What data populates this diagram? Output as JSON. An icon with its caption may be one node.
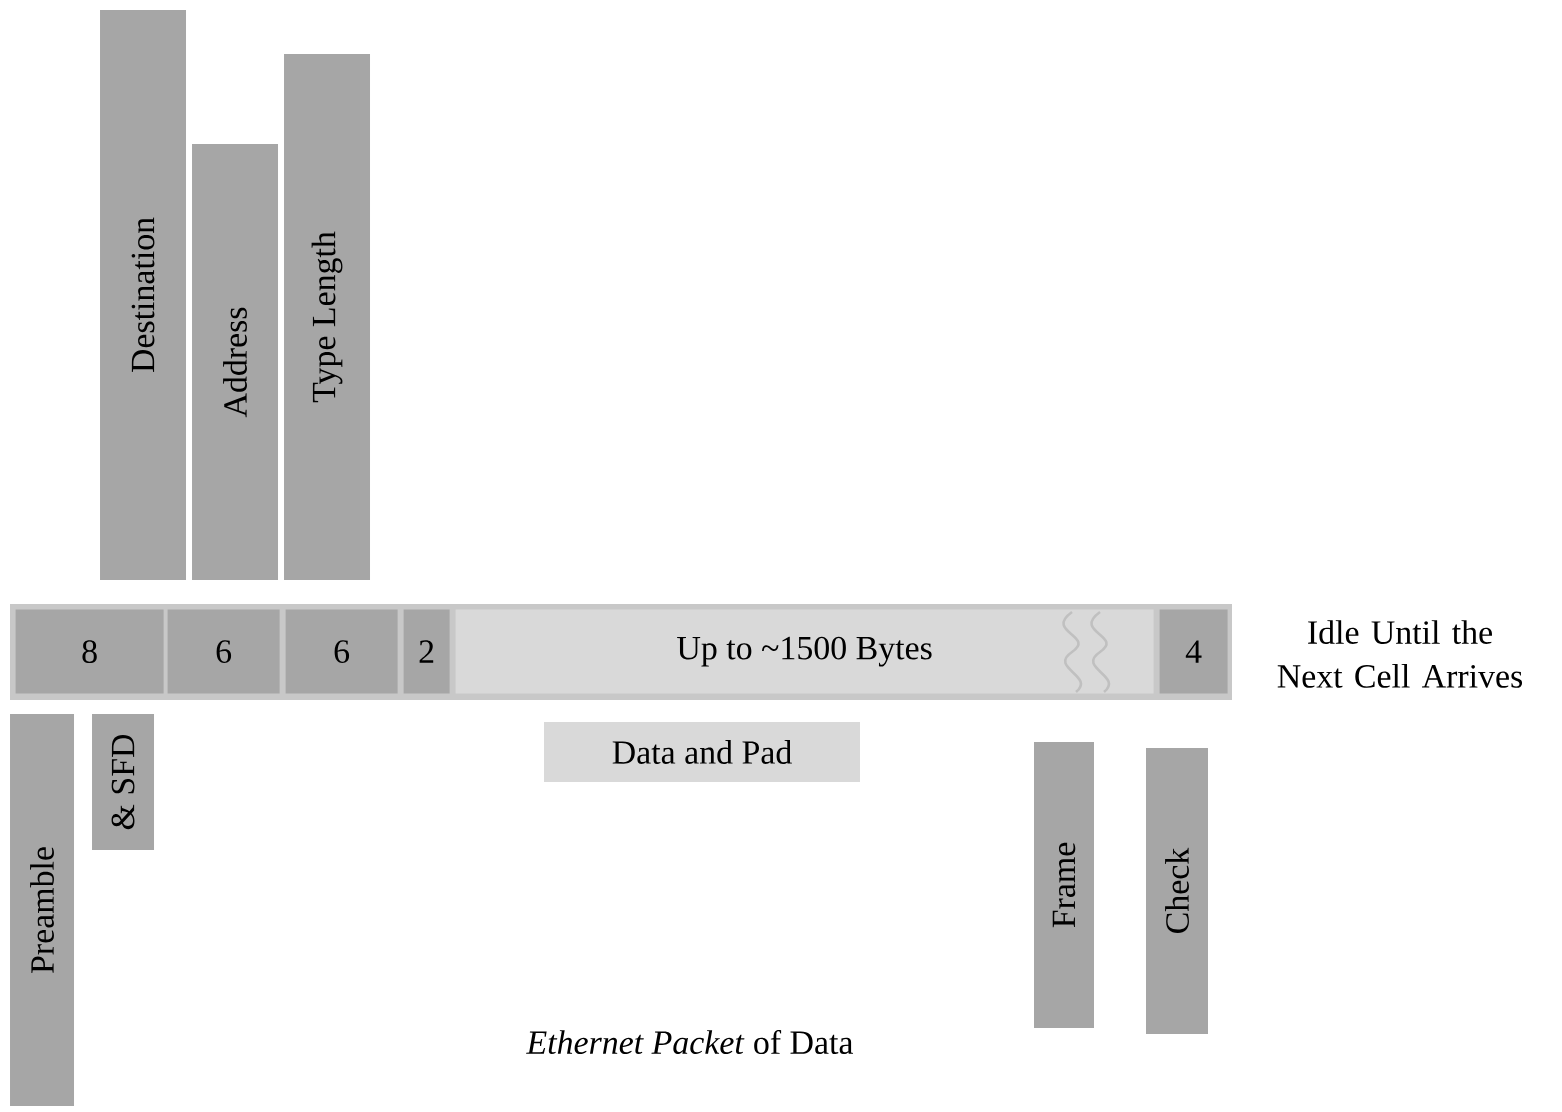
{
  "diagram": {
    "caption": "*Ethernet Packet* of Data",
    "nodes": [
      {
        "text": [
          "Destination"
        ]
      },
      {
        "text": [
          "Address"
        ]
      },
      {
        "text": [
          "Type Length"
        ]
      },
      {
        "text": [],
        "shape": "bar"
      },
      {
        "text": [
          "8"
        ],
        "in": 3
      },
      {
        "text": [
          "6"
        ],
        "in": 3
      },
      {
        "text": [
          "6"
        ],
        "in": 3
      },
      {
        "text": [
          "2"
        ],
        "in": 3
      },
      {
        "text": [
          "Up to ~1500 Bytes"
        ],
        "in": 3
      },
      {
        "text": [
          "4"
        ],
        "in": 3
      },
      {
        "text": [
          "Preamble"
        ]
      },
      {
        "text": [
          "& SFD"
        ]
      },
      {
        "text": [
          "Data and Pad"
        ]
      },
      {
        "text": [
          "Frame"
        ]
      },
      {
        "text": [
          "Check"
        ]
      }
    ],
    "labels": [
      "Idle Until the Next Cell Arrives"
    ]
  }
}
